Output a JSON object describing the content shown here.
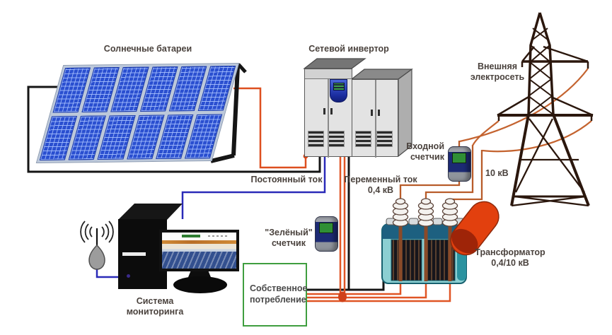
{
  "diagram": {
    "name": "grid-tied-solar-power-system-diagram",
    "labels": {
      "solar_panels": "Солнечные батареи",
      "inverter": "Сетевой инвертор",
      "external_grid_line1": "Внешняя",
      "external_grid_line2": "электросеть",
      "dc_current": "Постоянный ток",
      "ac_current_line1": "Переменный ток",
      "ac_current_line2": "0,4 кВ",
      "input_meter_line1": "Входной",
      "input_meter_line2": "счетчик",
      "voltage_10kv": "10 кВ",
      "green_meter_line1": "\"Зелёный\"",
      "green_meter_line2": "счетчик",
      "transformer_line1": "Трансформатор",
      "transformer_line2": "0,4/10 кВ",
      "monitoring_line1": "Система",
      "monitoring_line2": "мониторинга",
      "own_consumption_line1": "Собственное",
      "own_consumption_line2": "потребление"
    },
    "colors": {
      "panel_blue": "#2a4fd0",
      "wire_black": "#151515",
      "wire_red": "#dd4f1f",
      "wire_blue": "#2a2ab8",
      "wire_grid_orange": "#c4632f",
      "transformer_teal": "#8ccfd2",
      "transformer_band": "#1d6080",
      "tank_orange": "#e2400e",
      "meter_navy": "#1c2a74",
      "meter_screen_green": "#2f8f35",
      "own_consumption_green": "#3f9e3f",
      "label_text": "#4a423d"
    }
  }
}
